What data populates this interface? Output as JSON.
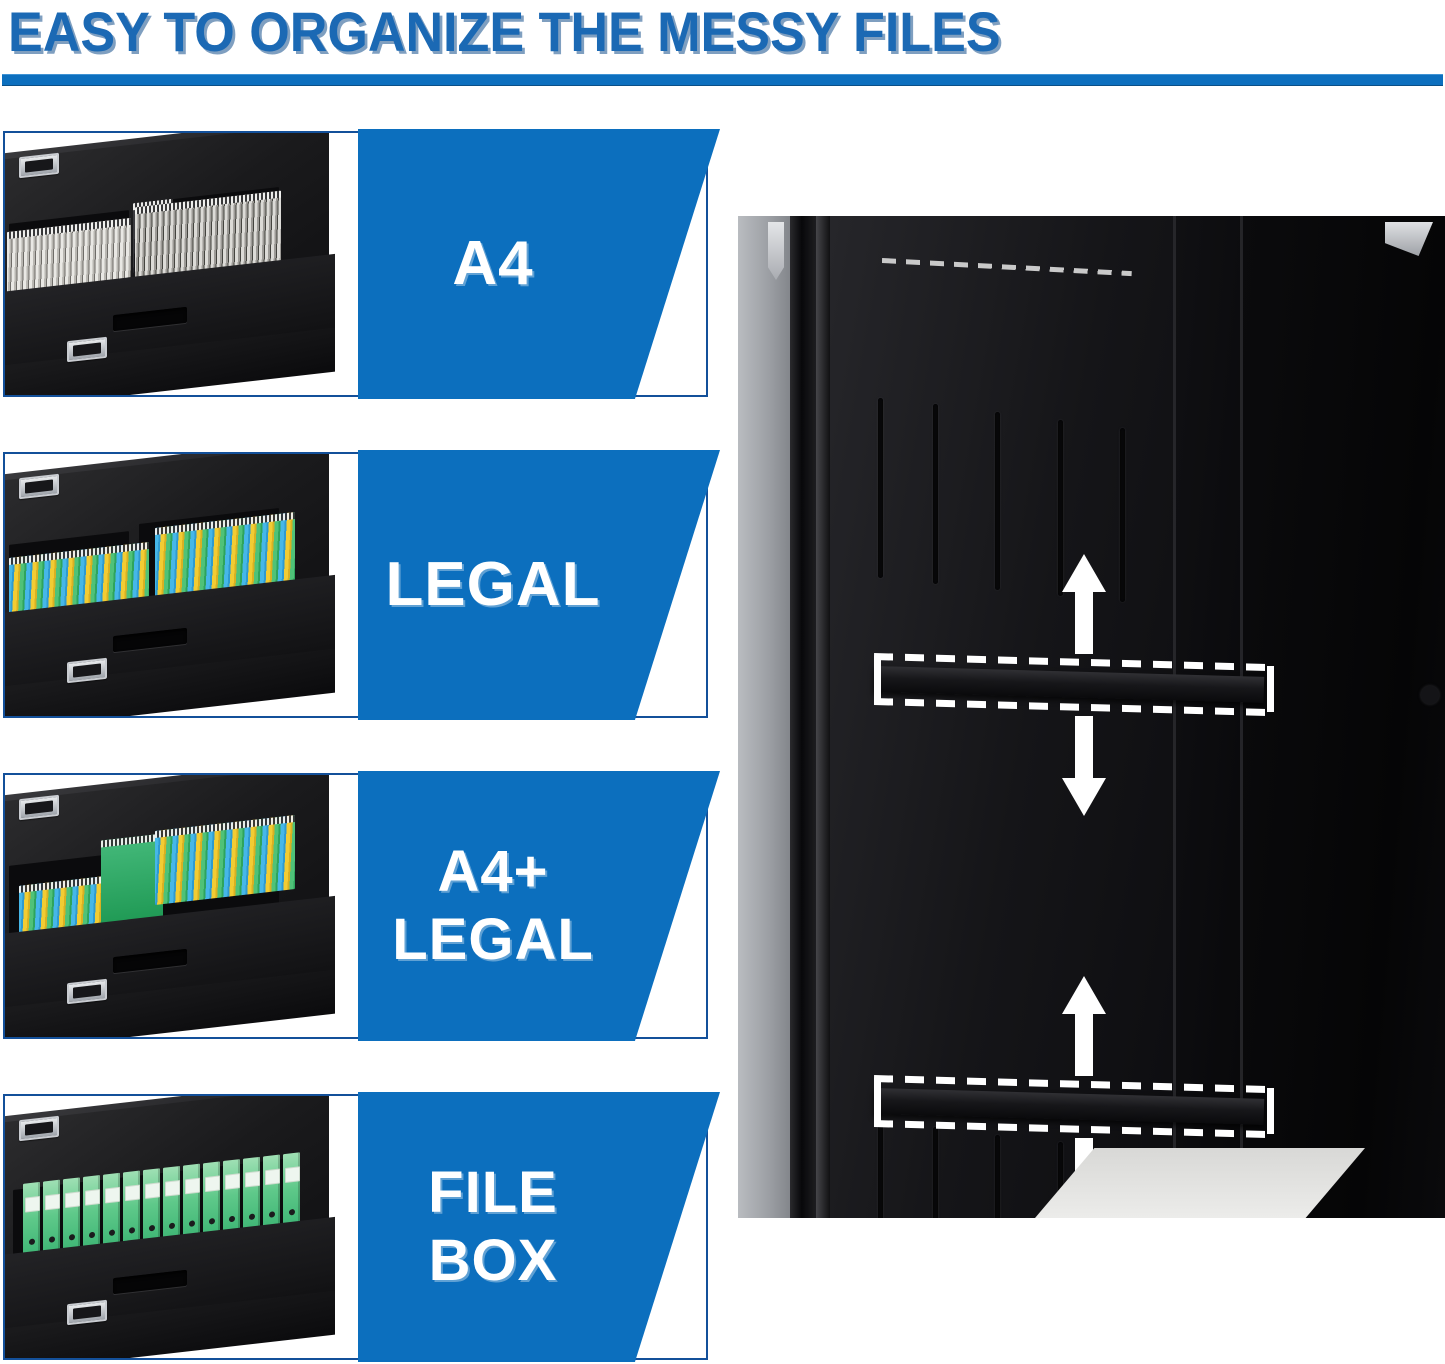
{
  "header": {
    "title": "EASY TO ORGANIZE THE MESSY FILES",
    "rule_color": "#0C6FBE",
    "title_color": "#1B69B4"
  },
  "theme": {
    "accent_blue": "#0C6FBE",
    "border_blue": "#13509A",
    "label_text_color": "#FFFFFF",
    "background": "#FFFFFF"
  },
  "panels": [
    {
      "id": "a4",
      "label_line1": "A4",
      "label_line2": "",
      "photo_alt": "open lateral file drawer holding grey and white A4 hanging folders",
      "folder_colors": [
        "#E9E8E4",
        "#B9B7B2",
        "#6E6C68"
      ]
    },
    {
      "id": "legal",
      "label_line1": "LEGAL",
      "label_line2": "",
      "photo_alt": "open lateral file drawer holding blue, yellow and green legal hanging folders",
      "folder_colors": [
        "#46B7E8",
        "#F2CC33",
        "#4FC278"
      ]
    },
    {
      "id": "a4-legal",
      "label_line1": "A4+",
      "label_line2": "LEGAL",
      "photo_alt": "open lateral file drawer holding mixed A4 and legal hanging folders",
      "folder_colors": [
        "#46B7E8",
        "#F2CC33",
        "#2A9A5F"
      ]
    },
    {
      "id": "file-box",
      "label_line1": "FILE",
      "label_line2": "BOX",
      "photo_alt": "open lateral file drawer holding a row of upright green lever arch file boxes",
      "folder_colors": [
        "#9FE0B4",
        "#3CB473",
        "#2A9A5F"
      ]
    }
  ],
  "feature_photo": {
    "alt": "black metal storage cabinet interior with two height adjustable shelves",
    "shelves": [
      {
        "position_label": "upper adjustable shelf",
        "arrow_up": "up-arrow-icon",
        "arrow_down": "down-arrow-icon"
      },
      {
        "position_label": "lower adjustable shelf",
        "arrow_up": "up-arrow-icon",
        "arrow_down": "down-arrow-icon"
      }
    ],
    "highlight_style": "white-dashed-outline",
    "highlight_color": "#FFFFFF"
  }
}
